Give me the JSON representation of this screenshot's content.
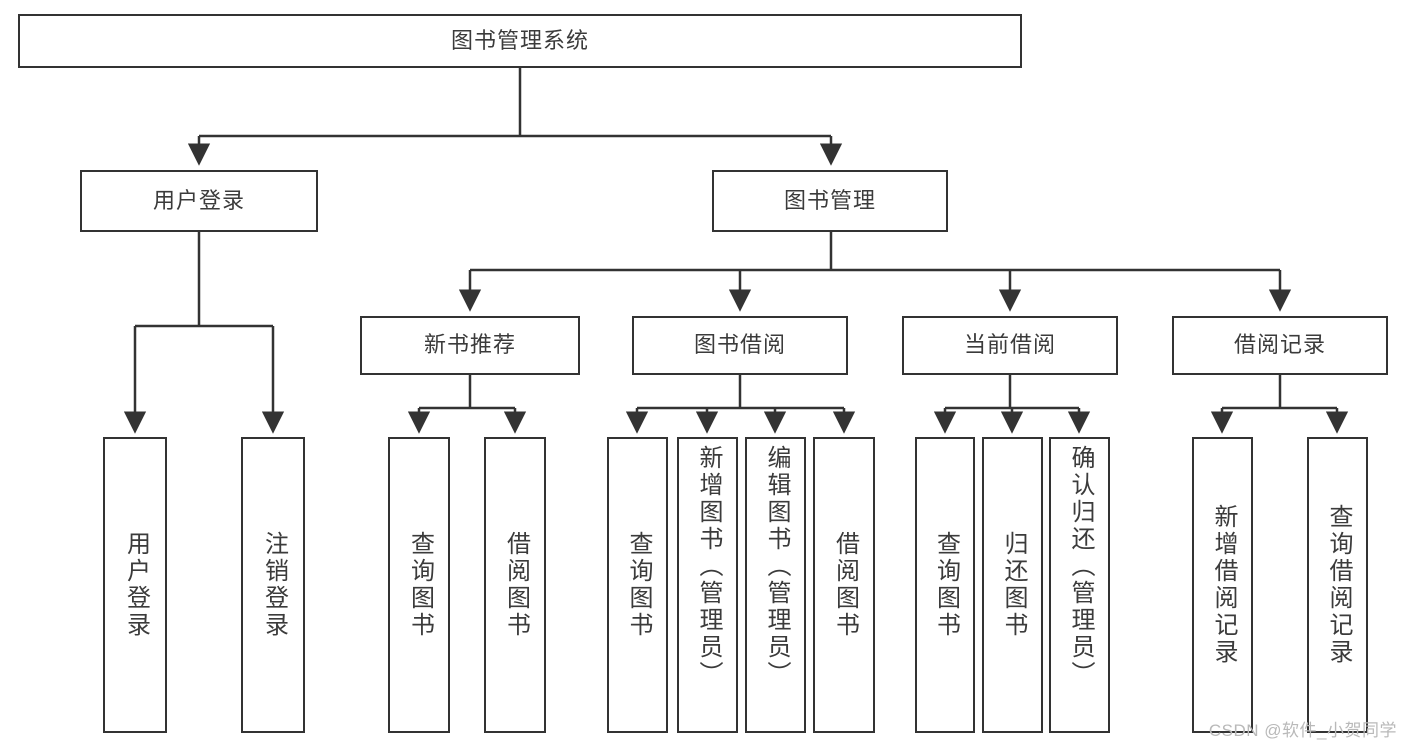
{
  "diagram": {
    "title": "图书管理系统",
    "type": "tree-hierarchy",
    "colors": {
      "border": "#333333",
      "text": "#3b3b3b",
      "background": "#ffffff",
      "watermark": "#b9b9b9"
    }
  },
  "root": {
    "label": "图书管理系统"
  },
  "level2": [
    {
      "id": "user-login",
      "label": "用户登录"
    },
    {
      "id": "book-manage",
      "label": "图书管理"
    }
  ],
  "level3": [
    {
      "id": "new-book-recommend",
      "label": "新书推荐"
    },
    {
      "id": "book-borrow",
      "label": "图书借阅"
    },
    {
      "id": "current-borrow",
      "label": "当前借阅"
    },
    {
      "id": "borrow-record",
      "label": "借阅记录"
    }
  ],
  "leaves": {
    "user_login": [
      {
        "id": "leaf-user-login",
        "label": "用户登录"
      },
      {
        "id": "leaf-logout",
        "label": "注销登录"
      }
    ],
    "new_book_recommend": [
      {
        "id": "leaf-query-book-1",
        "label": "查询图书"
      },
      {
        "id": "leaf-borrow-book-1",
        "label": "借阅图书"
      }
    ],
    "book_borrow": [
      {
        "id": "leaf-query-book-2",
        "label": "查询图书"
      },
      {
        "id": "leaf-add-book",
        "label": "新增图书（管理员）"
      },
      {
        "id": "leaf-edit-book",
        "label": "编辑图书（管理员）"
      },
      {
        "id": "leaf-borrow-book-2",
        "label": "借阅图书"
      }
    ],
    "current_borrow": [
      {
        "id": "leaf-query-book-3",
        "label": "查询图书"
      },
      {
        "id": "leaf-return-book",
        "label": "归还图书"
      },
      {
        "id": "leaf-confirm-return",
        "label": "确认归还（管理员）"
      }
    ],
    "borrow_record": [
      {
        "id": "leaf-add-record",
        "label": "新增借阅记录"
      },
      {
        "id": "leaf-query-record",
        "label": "查询借阅记录"
      }
    ]
  },
  "watermark": {
    "text": "CSDN @软件_小贺同学"
  }
}
